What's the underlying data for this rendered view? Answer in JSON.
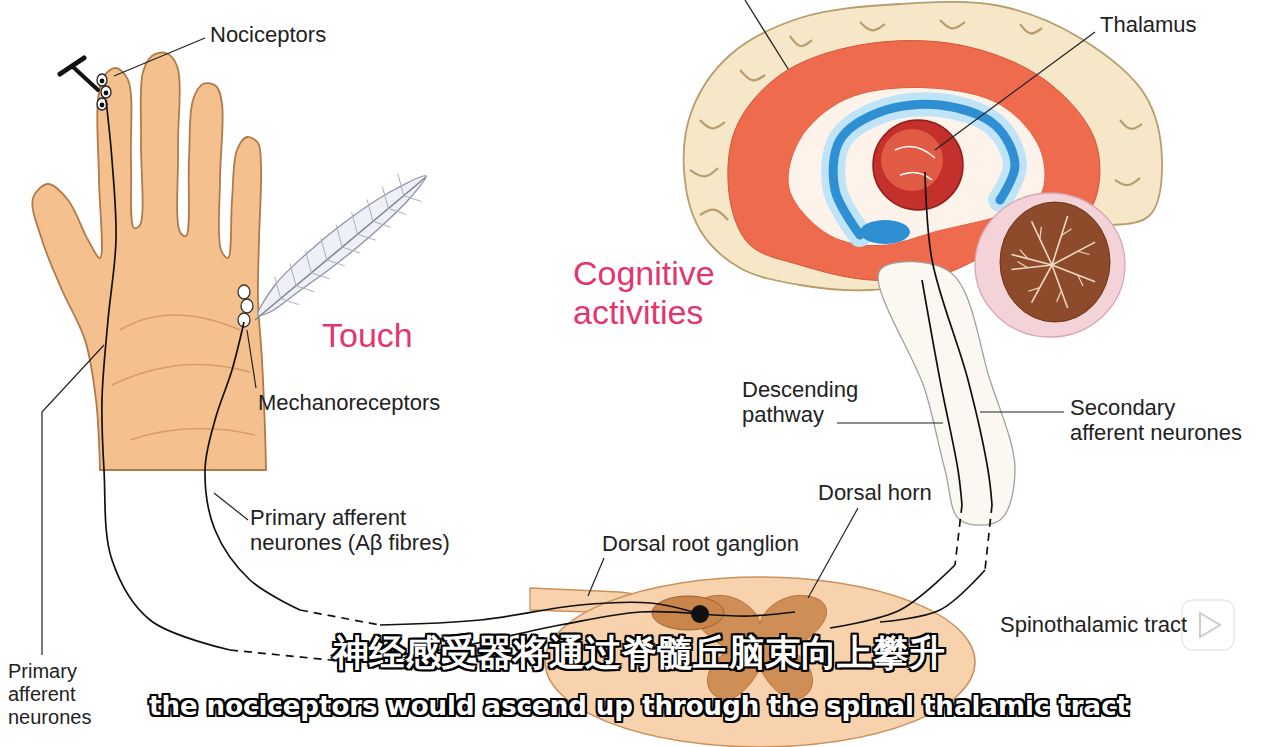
{
  "diagram": {
    "labels": [
      "Nociceptors",
      "Thalamus",
      "Touch",
      "Cognitive activities",
      "Mechanoreceptors",
      "Descending pathway",
      "Secondary afferent neurones",
      "Dorsal horn",
      "Primary afferent neurones (Aβ fibres)",
      "Dorsal root ganglion",
      "Spinothalamic tract",
      "Primary afferent neurones",
      "神经感受器将通过脊髓丘脑束向上攀升",
      "the nociceptors would ascend up through the spinal thalamic tract"
    ]
  }
}
